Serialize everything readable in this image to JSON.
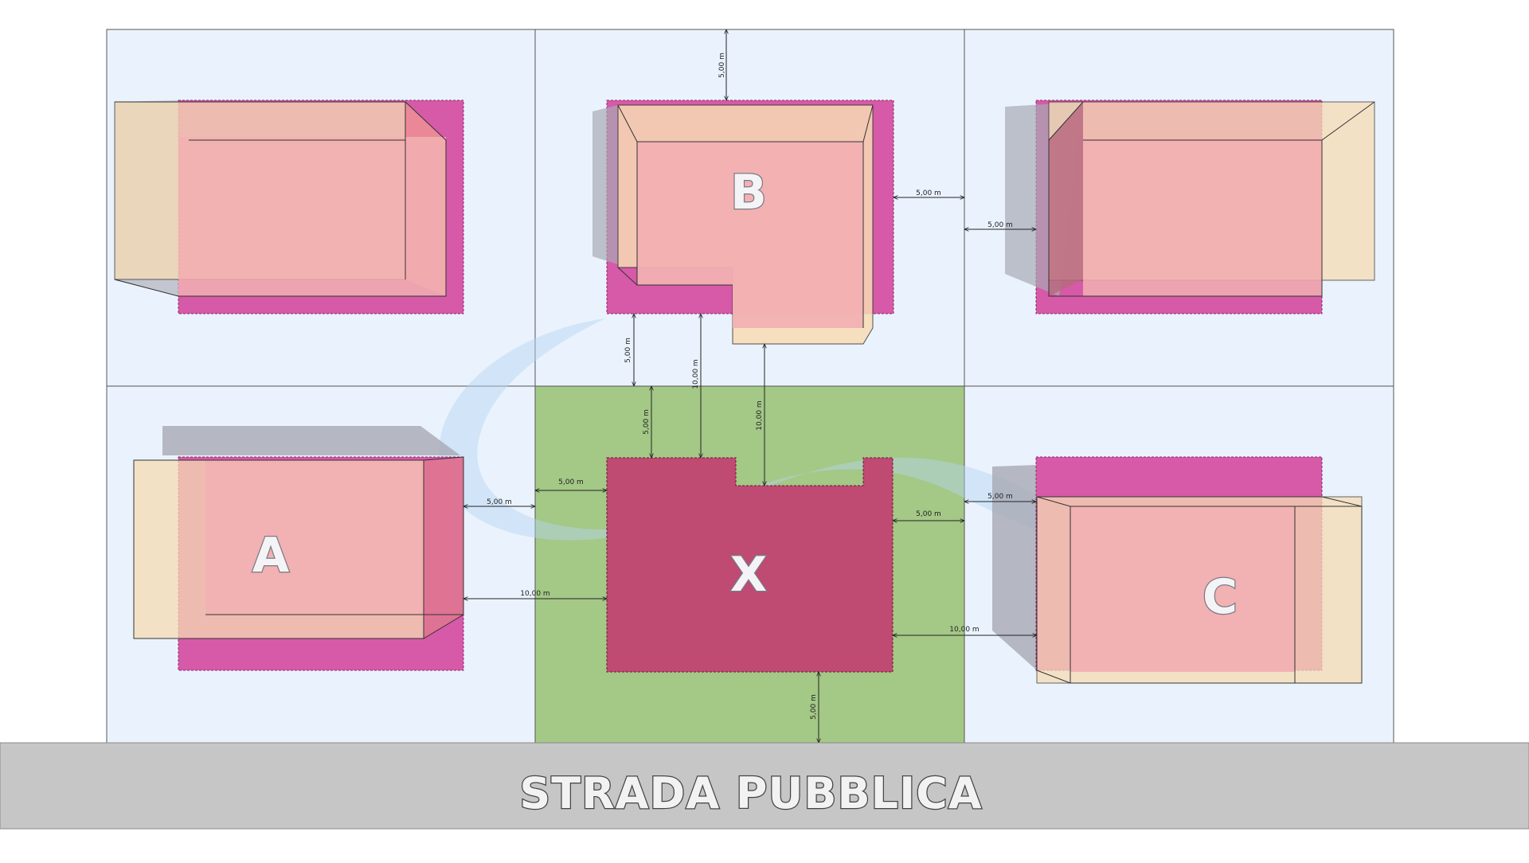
{
  "road": {
    "label": "STRADA PUBBLICA"
  },
  "buildings": {
    "a": {
      "label": "A"
    },
    "b": {
      "label": "B"
    },
    "c": {
      "label": "C"
    },
    "x": {
      "label": "X"
    }
  },
  "dimensions": {
    "b_top": "5,00 m",
    "b_right": "5,00 m",
    "tr_left": "5,00 m",
    "b_bottom": "5,00 m",
    "b_bottom_10": "10,00 m",
    "x_top_5": "5,00 m",
    "x_top_10": "10,00 m",
    "a_right_5": "5,00 m",
    "x_left_5": "5,00 m",
    "a_x_10": "10,00 m",
    "x_right_5": "5,00 m",
    "c_left_5": "5,00 m",
    "x_c_10": "10,00 m",
    "x_bottom": "5,00 m"
  },
  "colors": {
    "lot_fill": "#eaf3fd",
    "center_lot": "#a4c886",
    "setback": "#d65aa8",
    "building_x": "#bf4a72",
    "roof": "#f2b0b2",
    "roof_edge": "#f7dcb4",
    "shadow": "#a8a9b4",
    "road": "#c6c6c6"
  }
}
